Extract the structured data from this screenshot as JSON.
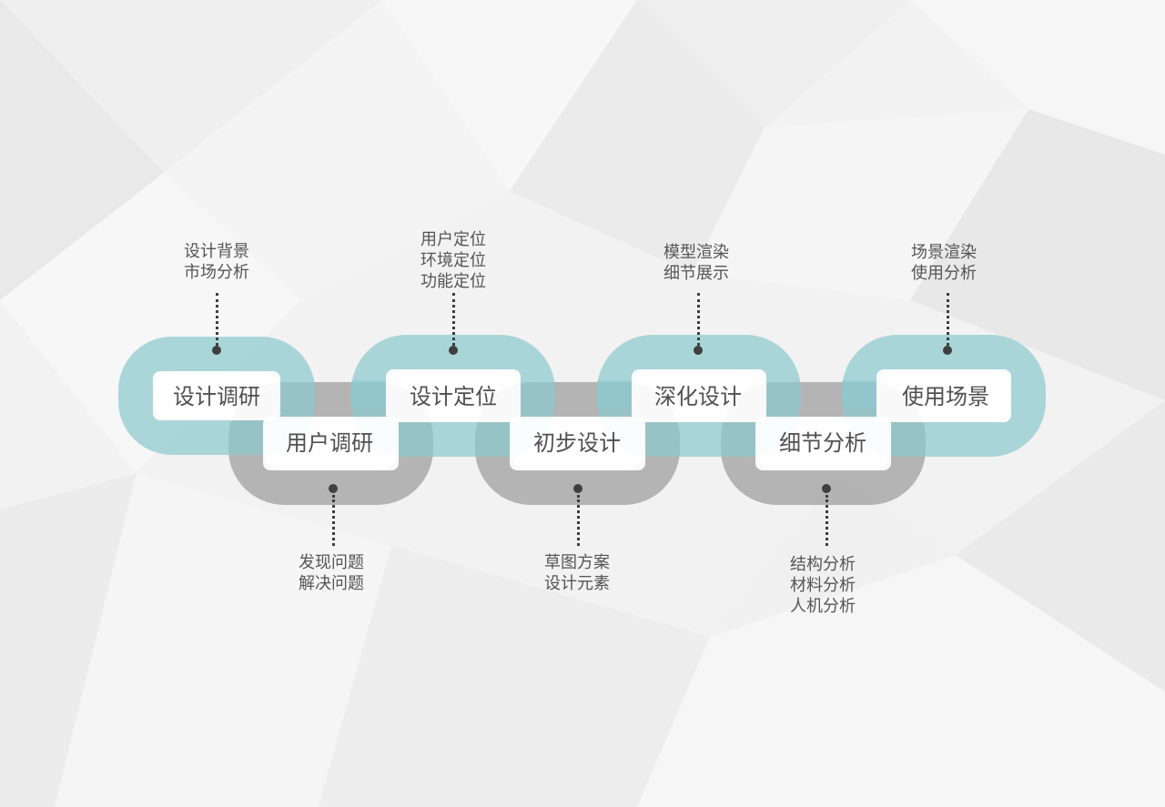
{
  "colors": {
    "teal_link": "#8ec9cd",
    "gray_link": "#9b9b9b",
    "label_text": "#505050",
    "annotation_text": "#555555",
    "dot": "#3f3f3f"
  },
  "chain": {
    "top_links": [
      {
        "label": "设计调研"
      },
      {
        "label": "设计定位"
      },
      {
        "label": "深化设计"
      },
      {
        "label": "使用场景"
      }
    ],
    "bottom_links": [
      {
        "label": "用户调研"
      },
      {
        "label": "初步设计"
      },
      {
        "label": "细节分析"
      }
    ]
  },
  "annotations": {
    "top": [
      {
        "lines": [
          "设计背景",
          "市场分析"
        ]
      },
      {
        "lines": [
          "用户定位",
          "环境定位",
          "功能定位"
        ]
      },
      {
        "lines": [
          "模型渲染",
          "细节展示"
        ]
      },
      {
        "lines": [
          "场景渲染",
          "使用分析"
        ]
      }
    ],
    "bottom": [
      {
        "lines": [
          "发现问题",
          "解决问题"
        ]
      },
      {
        "lines": [
          "草图方案",
          "设计元素"
        ]
      },
      {
        "lines": [
          "结构分析",
          "材料分析",
          "人机分析"
        ]
      }
    ]
  }
}
